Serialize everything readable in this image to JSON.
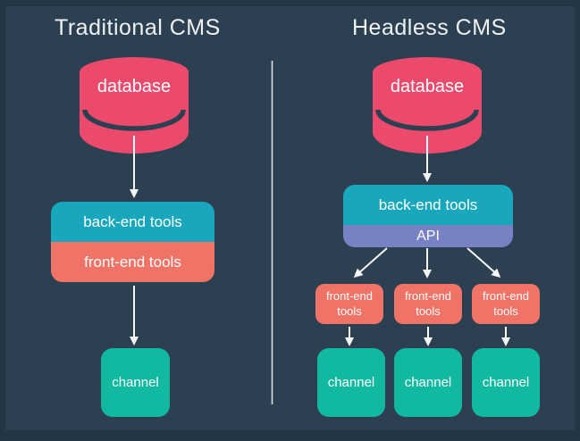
{
  "colors": {
    "background": "#2c4052",
    "frame": "#243544",
    "pink": "#ec4a6d",
    "teal": "#18a7bd",
    "coral": "#ef7366",
    "purple": "#7781c3",
    "green": "#12b9a1",
    "arrow": "#f6f7f8",
    "divider": "#d9dee3",
    "title_text": "#eef2f5",
    "label_text": "#ffffff"
  },
  "left": {
    "title": "Traditional CMS",
    "database": "database",
    "backend": "back-end tools",
    "frontend": "front-end tools",
    "channel": "channel"
  },
  "right": {
    "title": "Headless CMS",
    "database": "database",
    "backend": "back-end tools",
    "api": "API",
    "frontends": [
      "front-end tools",
      "front-end tools",
      "front-end tools"
    ],
    "channels": [
      "channel",
      "channel",
      "channel"
    ]
  }
}
